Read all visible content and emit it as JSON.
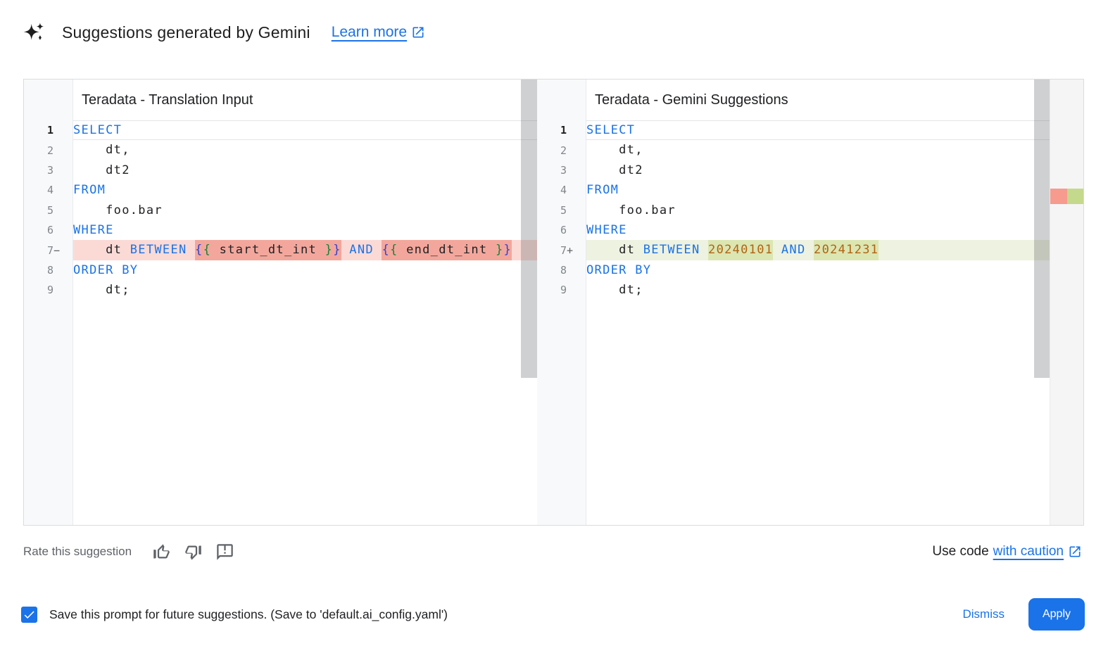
{
  "header": {
    "title": "Suggestions generated by Gemini",
    "learn_more_label": "Learn more"
  },
  "panels": [
    {
      "id": "translation-input",
      "title": "Teradata - Translation Input",
      "diff": "removed",
      "lines": [
        {
          "n": "1",
          "sign": "",
          "current": true,
          "tokens": [
            [
              "SELECT",
              "kw"
            ]
          ]
        },
        {
          "n": "2",
          "sign": "",
          "tokens": [
            [
              "    dt,",
              "pl"
            ]
          ]
        },
        {
          "n": "3",
          "sign": "",
          "tokens": [
            [
              "    dt2",
              "pl"
            ]
          ]
        },
        {
          "n": "4",
          "sign": "",
          "tokens": [
            [
              "FROM",
              "kw"
            ]
          ]
        },
        {
          "n": "5",
          "sign": "",
          "tokens": [
            [
              "    foo.bar",
              "pl"
            ]
          ]
        },
        {
          "n": "6",
          "sign": "",
          "tokens": [
            [
              "WHERE",
              "kw"
            ]
          ]
        },
        {
          "n": "7",
          "sign": "−",
          "diff": true,
          "tokens": [
            [
              "    dt ",
              "pl"
            ],
            [
              "BETWEEN",
              "kw"
            ],
            [
              " ",
              "pl"
            ],
            [
              "{",
              "b1",
              "m"
            ],
            [
              "{",
              "b2",
              "m"
            ],
            [
              " start_dt_int ",
              "pl",
              "m"
            ],
            [
              "}",
              "b2",
              "m"
            ],
            [
              "}",
              "b1",
              "m"
            ],
            [
              " ",
              "pl"
            ],
            [
              "AND",
              "kw"
            ],
            [
              " ",
              "pl"
            ],
            [
              "{",
              "b1",
              "m"
            ],
            [
              "{",
              "b2",
              "m"
            ],
            [
              " end_dt_int ",
              "pl",
              "m"
            ],
            [
              "}",
              "b2",
              "m"
            ],
            [
              "}",
              "b1",
              "m"
            ]
          ]
        },
        {
          "n": "8",
          "sign": "",
          "tokens": [
            [
              "ORDER BY",
              "kw"
            ]
          ]
        },
        {
          "n": "9",
          "sign": "",
          "tokens": [
            [
              "    dt;",
              "pl"
            ]
          ]
        }
      ]
    },
    {
      "id": "gemini-suggestions",
      "title": "Teradata - Gemini Suggestions",
      "diff": "added",
      "has_overview": true,
      "overview_markers": [
        "removed",
        "added"
      ],
      "lines": [
        {
          "n": "1",
          "sign": "",
          "current": true,
          "tokens": [
            [
              "SELECT",
              "kw"
            ]
          ]
        },
        {
          "n": "2",
          "sign": "",
          "tokens": [
            [
              "    dt,",
              "pl"
            ]
          ]
        },
        {
          "n": "3",
          "sign": "",
          "tokens": [
            [
              "    dt2",
              "pl"
            ]
          ]
        },
        {
          "n": "4",
          "sign": "",
          "tokens": [
            [
              "FROM",
              "kw"
            ]
          ]
        },
        {
          "n": "5",
          "sign": "",
          "tokens": [
            [
              "    foo.bar",
              "pl"
            ]
          ]
        },
        {
          "n": "6",
          "sign": "",
          "tokens": [
            [
              "WHERE",
              "kw"
            ]
          ]
        },
        {
          "n": "7",
          "sign": "+",
          "diff": true,
          "tokens": [
            [
              "    dt ",
              "pl"
            ],
            [
              "BETWEEN",
              "kw"
            ],
            [
              " ",
              "pl"
            ],
            [
              "20240101",
              "num",
              "m"
            ],
            [
              " ",
              "pl"
            ],
            [
              "AND",
              "kw"
            ],
            [
              " ",
              "pl"
            ],
            [
              "20241231",
              "num",
              "m"
            ]
          ]
        },
        {
          "n": "8",
          "sign": "",
          "tokens": [
            [
              "ORDER BY",
              "kw"
            ]
          ]
        },
        {
          "n": "9",
          "sign": "",
          "tokens": [
            [
              "    dt;",
              "pl"
            ]
          ]
        }
      ]
    }
  ],
  "footer": {
    "rate_label": "Rate this suggestion",
    "use_code_label": "Use code",
    "caution_link_label": "with caution"
  },
  "bottom_bar": {
    "save_label": "Save this prompt for future suggestions. (Save to 'default.ai_config.yaml')",
    "checkbox_checked": true,
    "dismiss_label": "Dismiss",
    "apply_label": "Apply"
  },
  "colors": {
    "blue": "#1a73e8",
    "text": "#202124",
    "muted": "#5f6368",
    "border": "#dadce0",
    "gutter_bg": "#f8f9fa",
    "line_number": "#80868b",
    "line_number_active": "#1f1f1f",
    "keyword": "#1a73e8",
    "plain": "#202124",
    "number_literal": "#b26212",
    "brace_outer": "#2f43cf",
    "brace_inner": "#188038",
    "removed_row": "#fbdad6",
    "removed_token": "#f3a79c",
    "added_row": "#eef2e0",
    "added_token": "#dbe6b2",
    "marker_removed": "#f79b8e",
    "marker_added": "#c4d98c",
    "scrollbar": "rgba(95,99,104,0.30)"
  }
}
